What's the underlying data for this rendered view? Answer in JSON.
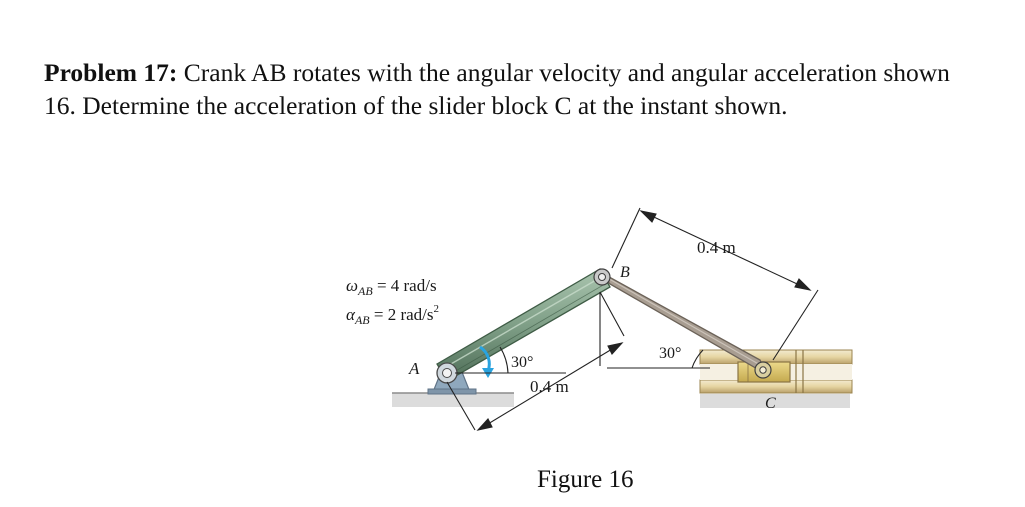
{
  "problem": {
    "heading": "Problem 17:",
    "line1_rest": " Crank AB rotates with the angular velocity and angular acceleration shown",
    "line2": "16. Determine the acceleration of the slider block C at the instant shown."
  },
  "figure": {
    "omega_symbol": "ω",
    "omega_sub": "AB",
    "omega_value": " = 4 rad/s",
    "alpha_symbol": "α",
    "alpha_sub": "AB",
    "alpha_value": " = 2 rad/s",
    "alpha_exp": "2",
    "label_A": "A",
    "label_B": "B",
    "label_C": "C",
    "angle_AB": "30°",
    "angle_BC": "30°",
    "dim_AB": "0.4 m",
    "dim_BC": "0.4 m",
    "caption": "Figure 16",
    "colors": {
      "crank": "#7f9f87",
      "link": "#a89d91",
      "slider": "#d9c268",
      "guide": "#c9b06a",
      "support": "#9fb3c4",
      "arrow": "#29a3df"
    }
  }
}
